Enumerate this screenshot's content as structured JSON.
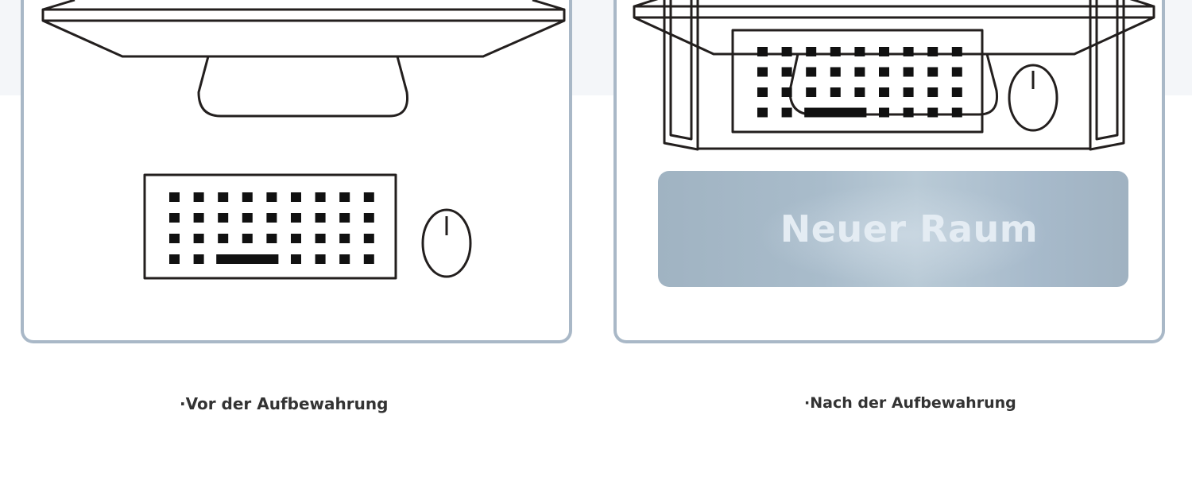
{
  "captions": {
    "before": "·Vor der Aufbewahrung",
    "after": "·Nach der Aufbewahrung"
  },
  "after_panel": {
    "button_label": "Neuer Raum"
  },
  "colors": {
    "panel_border": "#a9b8c7",
    "button_bg": "#a7bacb",
    "button_text": "#e4ecf3",
    "line_art": "#231f1e"
  }
}
